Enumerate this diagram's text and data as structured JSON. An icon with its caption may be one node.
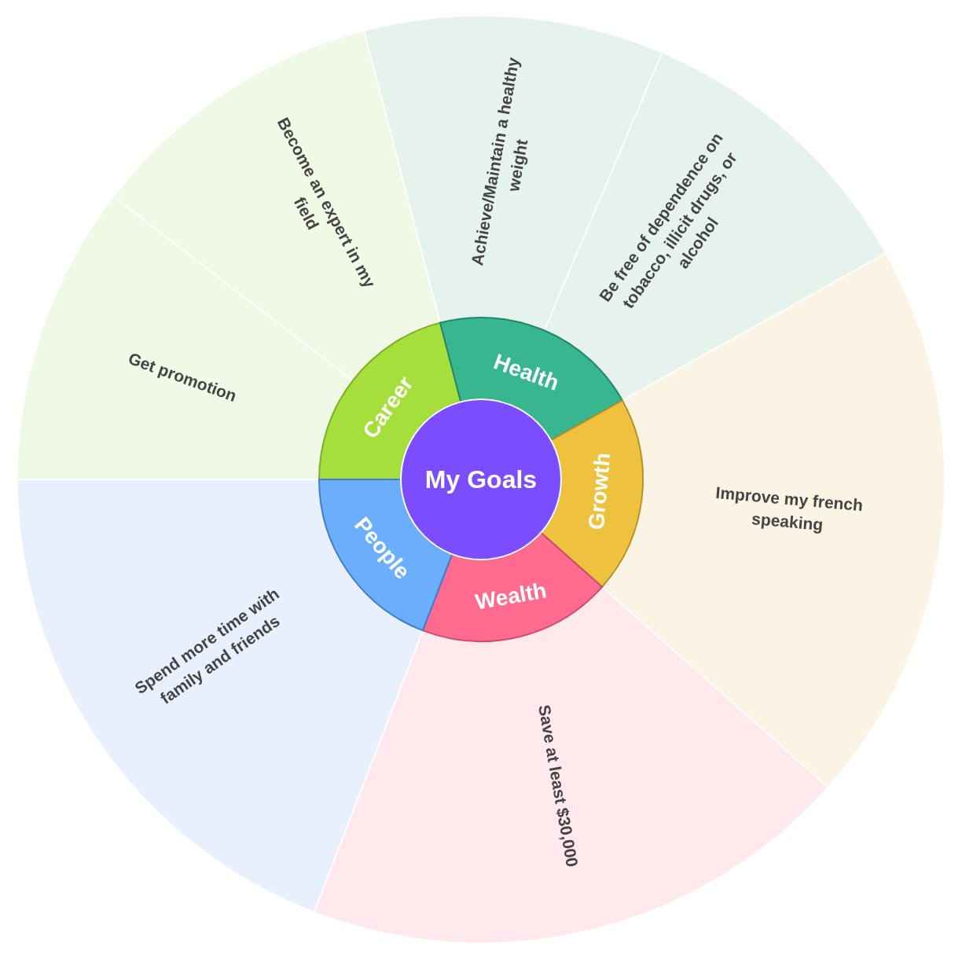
{
  "diagram": {
    "nodes": [
      {
        "text": [
          "My Goals"
        ]
      },
      {
        "text": [
          "Career"
        ]
      },
      {
        "text": [
          "Health"
        ]
      },
      {
        "text": [
          "Growth"
        ]
      },
      {
        "text": [
          "Wealth"
        ]
      },
      {
        "text": [
          "People"
        ]
      },
      {
        "text": [
          "Get promotion"
        ]
      },
      {
        "text": [
          "Become an expert in my field"
        ]
      },
      {
        "text": [
          "Achieve/Maintain a healthy weight"
        ]
      },
      {
        "text": [
          "Be free of dependence on tobacco, illicit drugs, or alcohol"
        ]
      },
      {
        "text": [
          "Improve my french speaking"
        ]
      },
      {
        "text": [
          "Save at least $30,000"
        ]
      },
      {
        "text": [
          "Spend more time with family and friends"
        ]
      }
    ]
  }
}
